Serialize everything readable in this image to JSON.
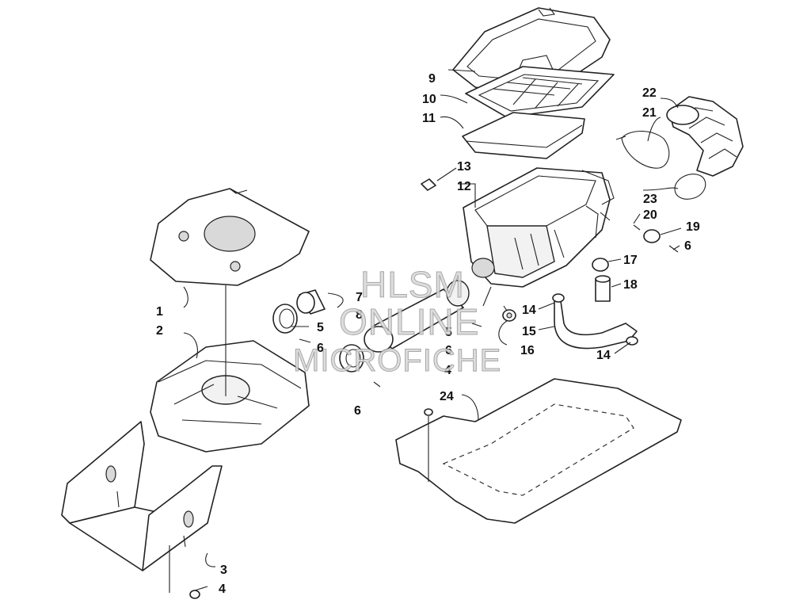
{
  "watermark": {
    "line1": "HLSM",
    "line2": "ONLINE",
    "line3": "MICROFICHE"
  },
  "callouts": [
    {
      "id": "c1",
      "text": "1"
    },
    {
      "id": "c2",
      "text": "2"
    },
    {
      "id": "c3",
      "text": "3"
    },
    {
      "id": "c4a",
      "text": "4"
    },
    {
      "id": "c4b",
      "text": "4"
    },
    {
      "id": "c5a",
      "text": "5"
    },
    {
      "id": "c5b",
      "text": "5"
    },
    {
      "id": "c6a",
      "text": "6"
    },
    {
      "id": "c6b",
      "text": "6"
    },
    {
      "id": "c6c",
      "text": "6"
    },
    {
      "id": "c6d",
      "text": "6"
    },
    {
      "id": "c7",
      "text": "7"
    },
    {
      "id": "c8",
      "text": "8"
    },
    {
      "id": "c9",
      "text": "9"
    },
    {
      "id": "c10",
      "text": "10"
    },
    {
      "id": "c11",
      "text": "11"
    },
    {
      "id": "c12",
      "text": "12"
    },
    {
      "id": "c13",
      "text": "13"
    },
    {
      "id": "c14a",
      "text": "14"
    },
    {
      "id": "c14b",
      "text": "14"
    },
    {
      "id": "c15",
      "text": "15"
    },
    {
      "id": "c16",
      "text": "16"
    },
    {
      "id": "c17",
      "text": "17"
    },
    {
      "id": "c18",
      "text": "18"
    },
    {
      "id": "c19",
      "text": "19"
    },
    {
      "id": "c20",
      "text": "20"
    },
    {
      "id": "c21",
      "text": "21"
    },
    {
      "id": "c22",
      "text": "22"
    },
    {
      "id": "c23",
      "text": "23"
    },
    {
      "id": "c24",
      "text": "24"
    }
  ]
}
